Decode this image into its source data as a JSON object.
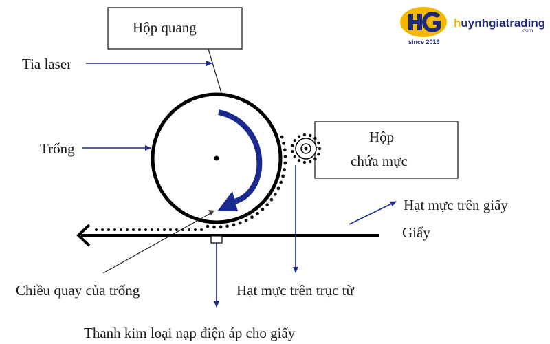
{
  "labels": {
    "optics_box": "Hộp quang",
    "laser_beam": "Tia laser",
    "drum": "Trống",
    "toner_box_line1": "Hộp",
    "toner_box_line2": "chứa mực",
    "toner_on_paper": "Hạt mực trên giấy",
    "paper": "Giấy",
    "drum_rotation": "Chiều quay của trống",
    "toner_on_magnetic_roller": "Hạt mực trên trục từ",
    "charge_bar": "Thanh kim loại nạp điện áp cho giấy"
  },
  "brand": {
    "name": "huynhgiatrading",
    "domain": ".com",
    "since": "since 2013",
    "colors": {
      "primary": "#1f2a7a",
      "accent": "#f5b800"
    }
  },
  "colors": {
    "line": "#111111",
    "arrow": "#1c2a8c",
    "rotation_arrow": "#1a2a8f"
  },
  "icons": {
    "logo": "hg-monogram-logo"
  }
}
